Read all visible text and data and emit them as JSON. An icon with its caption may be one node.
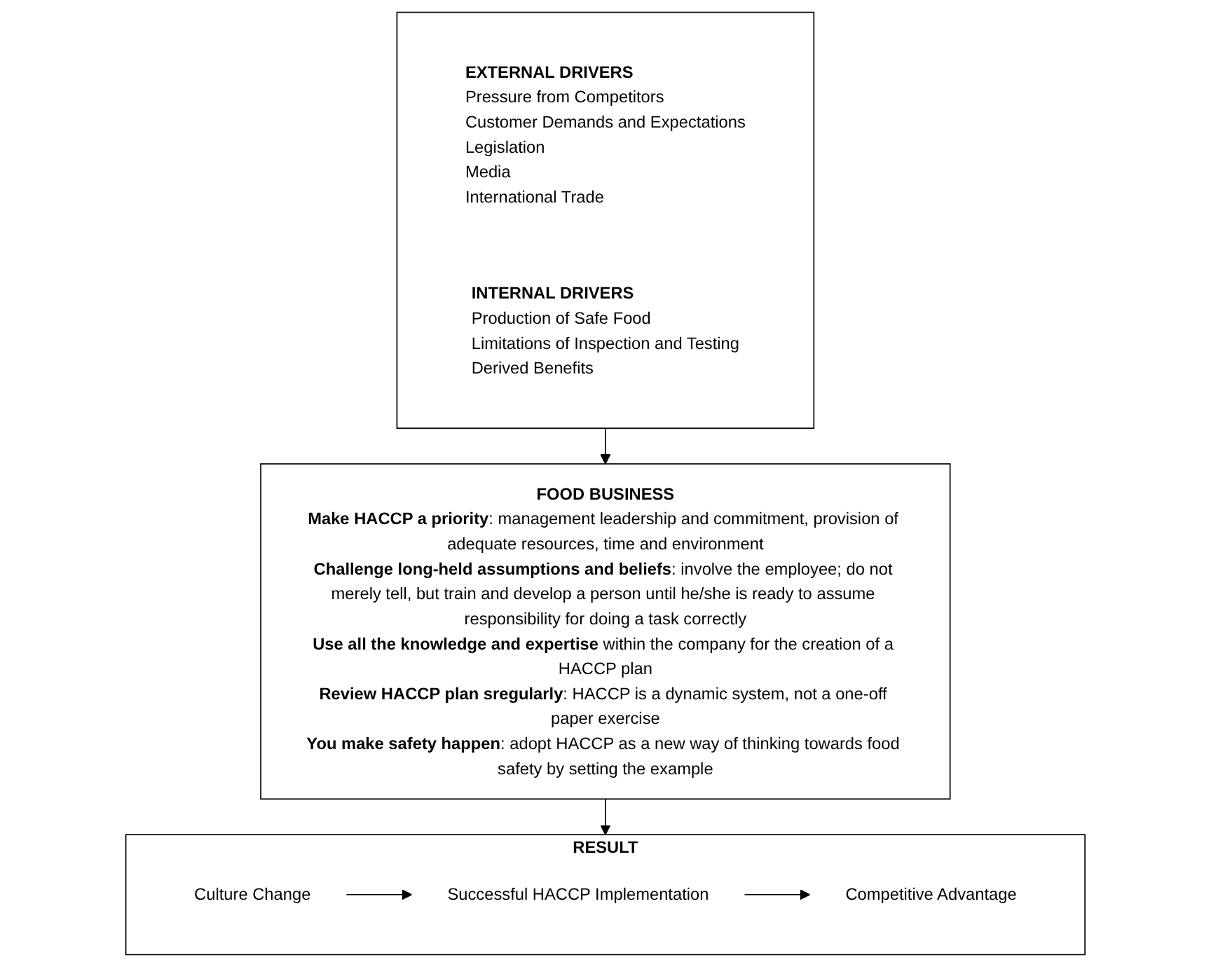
{
  "diagram": {
    "nodes": [
      {
        "text": [],
        "shape": "box"
      },
      {
        "text": [
          "EXTERNAL DRIVERS",
          "Pressure from Competitors",
          "Customer Demands and Expectations",
          "Legislation",
          "Media",
          "International Trade"
        ],
        "in": 0
      },
      {
        "text": [
          "INTERNAL DRIVERS",
          "Production of Safe Food",
          "Limitations of Inspection and Testing",
          "Derived Benefits"
        ],
        "in": 0
      },
      {
        "text": [
          "FOOD BUSINESS",
          "**Make HACCP a priority**: management leadership and commitment, provision of adequate resources, time and environment",
          "**Challenge long-held assumptions and beliefs**: involve the employee; do not merely tell, but train and develop a person until he/she is ready to assume responsibility for doing a task correctly",
          "**Use all the knowledge and expertise** within the company for the creation of a HACCP plan",
          "**Review HACCP plan sregularly**: HACCP is a dynamic system, not a one-off paper exercise",
          "**You make safety happen**: adopt HACCP as a new way of thinking towards food safety by setting the example"
        ]
      },
      {
        "text": [
          "RESULT"
        ]
      },
      {
        "text": [
          "Culture Change"
        ],
        "in": 4
      },
      {
        "text": [
          "Successful HACCP Implementation"
        ],
        "in": 4
      },
      {
        "text": [
          "Competitive Advantage"
        ],
        "in": 4
      }
    ],
    "edges": [
      {
        "from": 0,
        "to": 3,
        "arrow": "to"
      },
      {
        "from": 3,
        "to": 4,
        "arrow": "to"
      },
      {
        "from": 5,
        "to": 6,
        "arrow": "to"
      },
      {
        "from": 6,
        "to": 7,
        "arrow": "to"
      }
    ]
  }
}
